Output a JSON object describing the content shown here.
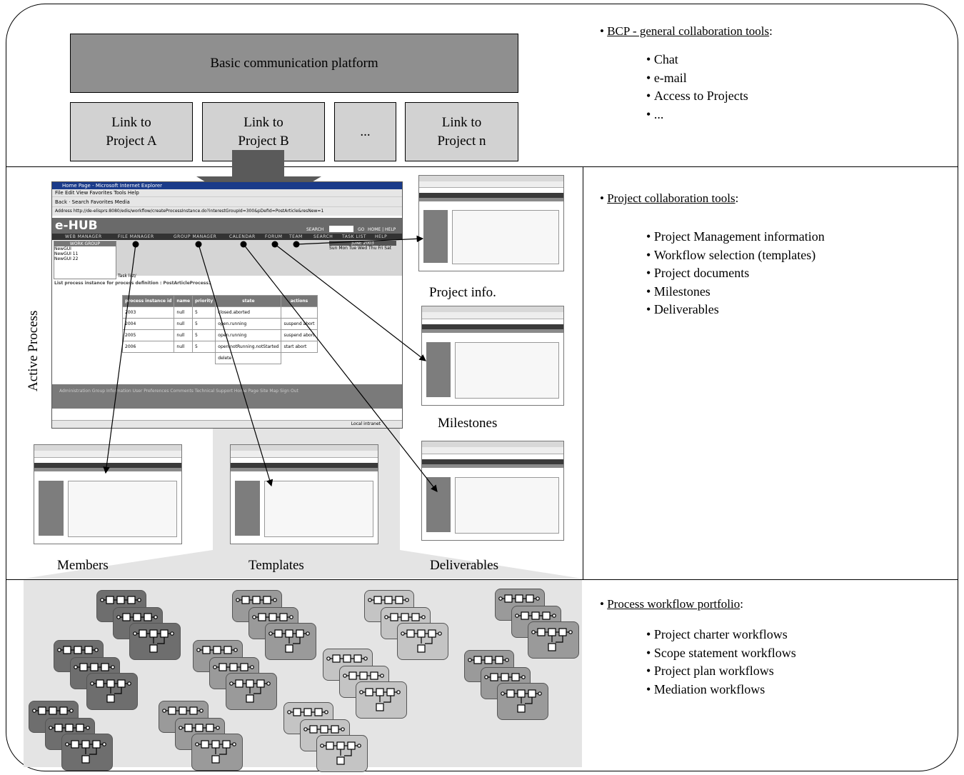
{
  "top": {
    "platform_label": "Basic communication platform",
    "links": [
      "Link to\nProject A",
      "Link to\nProject B",
      "...",
      "Link to\nProject n"
    ],
    "section_title": "BCP - general collaboration tools",
    "items": [
      "Chat",
      "e-mail",
      "Access to Projects",
      "..."
    ]
  },
  "middle": {
    "side_label": "Active Process",
    "section_title": "Project collaboration tools",
    "items": [
      "Project Management information",
      "Workflow selection (templates)",
      "Project documents",
      "Milestones",
      "Deliverables"
    ],
    "captions": {
      "project_info": "Project info.",
      "milestones": "Milestones",
      "members": "Members",
      "templates": "Templates",
      "deliverables": "Deliverables"
    },
    "ehub": {
      "window_title": "Home Page - Microsoft Internet Explorer",
      "menu": "File  Edit  View  Favorites  Tools  Help",
      "toolbar": "Back  ·  Search  Favorites  Media",
      "address_label": "Address",
      "address": "http://de-elisprs:8080/edis/workflow/createProcessInstance.do?interestGroupId=300&pDefId=PostArticle&resNew=1",
      "brand": "e-HUB",
      "search_label": "SEARCH",
      "go_label": "GO",
      "home_help": "HOME | HELP",
      "nav": [
        "WEB MANAGER",
        "FILE MANAGER",
        "GROUP MANAGER",
        "CALENDAR",
        "FORUM",
        "TEAM",
        "SEARCH",
        "TASK LIST",
        "HELP"
      ],
      "work_group_label": "WORK GROUP",
      "work_groups": [
        "NewGUI",
        "NewGUI 11",
        "NewGUI 22"
      ],
      "task_list_label": "Task list/",
      "list_title": "List process instance for process definition : PostArticleProcess1",
      "table_headers": [
        "process instance id",
        "name",
        "priority",
        "state",
        "actions"
      ],
      "table_rows": [
        [
          "2003",
          "null",
          "5",
          "closed.aborted",
          ""
        ],
        [
          "2004",
          "null",
          "5",
          "open.running",
          "suspend abort"
        ],
        [
          "2005",
          "null",
          "5",
          "open.running",
          "suspend abort"
        ],
        [
          "2006",
          "null",
          "5",
          "open.notRunning.notStarted",
          "start abort"
        ]
      ],
      "delete_label": "delete",
      "footer": "Administration   Group Information   User Preferences   Comments   Technical Support   Home Page   Site Map   Sign Out",
      "status": "Local intranet",
      "calendar_title": "JUNE 2003",
      "calendar_days": "Sun Mon Tue Wed Thu Fri Sat"
    }
  },
  "bottom": {
    "section_title": "Process workflow portfolio",
    "items": [
      "Project charter workflows",
      "Scope statement workflows",
      "Project plan workflows",
      "Mediation workflows"
    ]
  }
}
